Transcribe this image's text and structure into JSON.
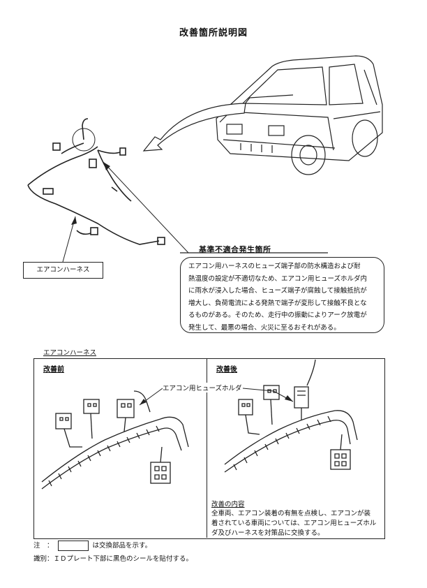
{
  "title": "改善箇所説明図",
  "harness_label": "エアコンハーネス",
  "defect": {
    "title": "基準不適合発生箇所",
    "lines": [
      "エアコン用ハーネスのヒューズ端子部の防水構造および耐",
      "熱温度の設定が不適切なため、エアコン用ヒューズホルダ内",
      "に雨水が浸入した場合、ヒューズ端子が腐蝕して接触抵抗が",
      "増大し、負荷電流による発熱で端子が変形して接触不良とな",
      "るものがある。そのため、走行中の振動によりアーク放電が",
      "発生して、最悪の場合、火災に至るおそれがある。"
    ]
  },
  "comparison": {
    "heading": "エアコンハーネス",
    "before_label": "改善前",
    "after_label": "改善後",
    "fuse_holder_callout": "エアコン用ヒューズホルダ",
    "improvement_heading": "改善の内容",
    "improvement_lines": [
      "全車両、エアコン装着の有無を点検し、エアコンが装",
      "着されている車両については、エアコン用ヒューズホル",
      "ダ及びハーネスを対策品に交換する。"
    ]
  },
  "note": {
    "prefix": "注　：",
    "suffix": "は交換部品を示す。"
  },
  "identification": "識別：ＩＤプレート下部に黒色のシールを貼付する。"
}
